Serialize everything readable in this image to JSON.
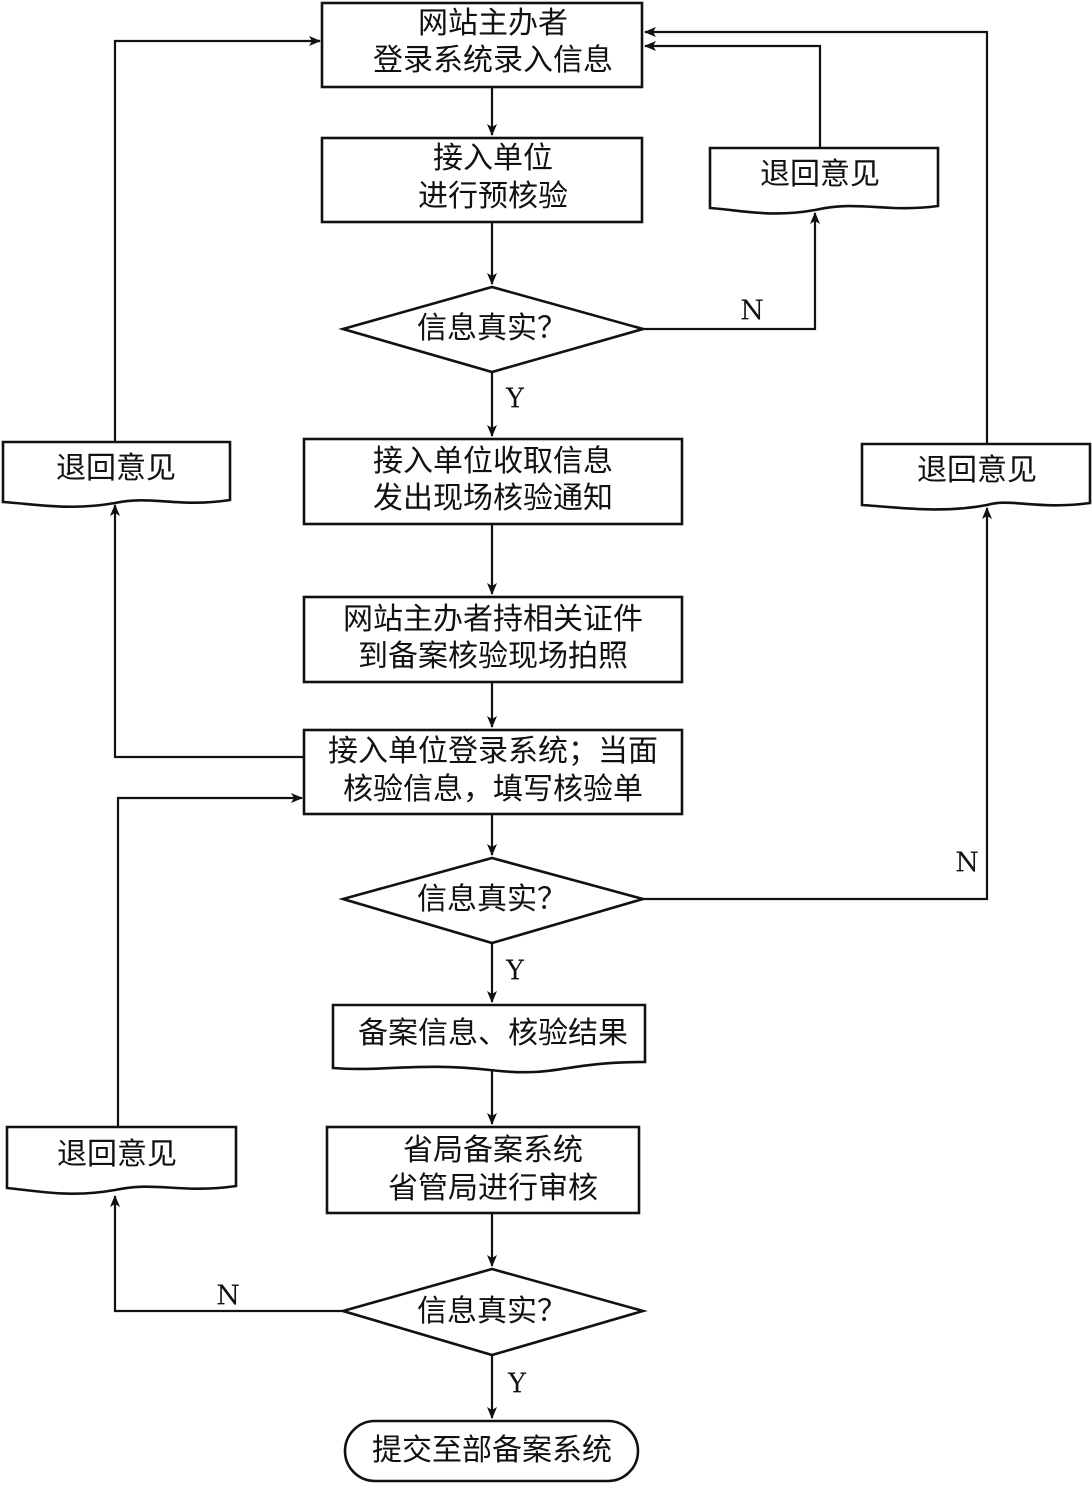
{
  "colors": {
    "line": "#111111",
    "fill": "#ffffff",
    "text": "#111111"
  },
  "nodes": {
    "login": [
      "网站主办者",
      "登录系统录入信息"
    ],
    "precheck": [
      "接入单位",
      "进行预核验"
    ],
    "decision1": "信息真实？",
    "collect": [
      "接入单位收取信息",
      "发出现场核验通知"
    ],
    "photo": [
      "网站主办者持相关证件",
      "到备案核验现场拍照"
    ],
    "verify": [
      "接入单位登录系统；当面",
      "核验信息，填写核验单"
    ],
    "decision2": "信息真实？",
    "result_doc": "备案信息、核验结果",
    "province": [
      "省局备案系统",
      "省管局进行审核"
    ],
    "decision3": "信息真实？",
    "submit": "提交至部备案系统",
    "return_doc_top_right": "退回意见",
    "return_doc_left": "退回意见",
    "return_doc_right": "退回意见",
    "return_doc_bottom_left": "退回意见"
  },
  "edge_labels": {
    "yes": "Y",
    "no": "N"
  }
}
